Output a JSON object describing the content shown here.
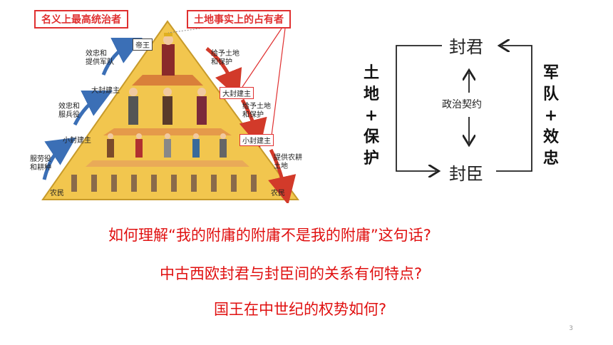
{
  "illustration": {
    "tag_left": "名义上最高统治者",
    "tag_right": "土地事实上的占有者",
    "levels": {
      "king": "帝王",
      "great_lord": "大封建主",
      "small_lord": "小封建主",
      "peasant_left": "农民",
      "peasant_right": "农民"
    },
    "flows_up": {
      "to_king": "效忠和\n提供军队",
      "to_great": "效忠和\n服兵役",
      "to_small": "服劳役\n和耕种"
    },
    "flows_down": {
      "from_king": "给予土地\n和保护",
      "from_great": "给予土地\n和保护",
      "from_small": "提供农耕\n土地"
    }
  },
  "diagram": {
    "lord": "封君",
    "vassal": "封臣",
    "contract": "政治契约",
    "left_chars": [
      "土",
      "地",
      "+",
      "保",
      "护"
    ],
    "right_chars": [
      "军",
      "队",
      "+",
      "效",
      "忠"
    ]
  },
  "questions": [
    "如何理解“我的附庸的附庸不是我的附庸”这句话?",
    "中古西欧封君与封臣间的关系有何特点?",
    "国王在中世纪的权势如何?"
  ],
  "page_number": "3",
  "colors": {
    "accent_red": "#e01010",
    "pyramid": "#f2c64e"
  }
}
